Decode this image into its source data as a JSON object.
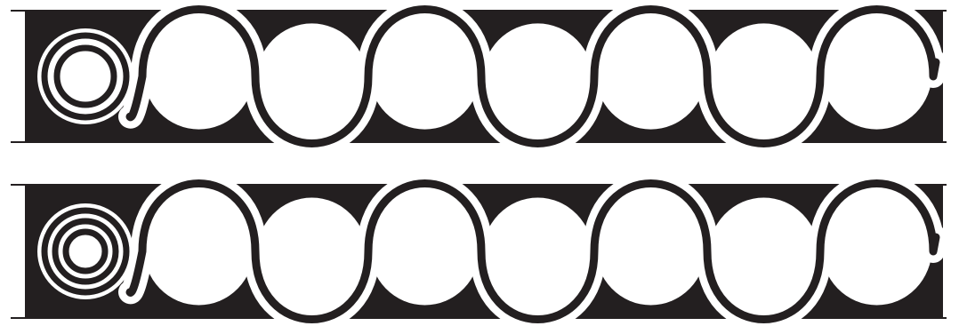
{
  "figure": {
    "colors": {
      "ink": "#231f20",
      "paper": "#ffffff"
    },
    "bands": [
      {
        "spiral_rings": 2,
        "wave_crests": 4,
        "wave_troughs": 3
      },
      {
        "spiral_rings": 3,
        "wave_crests": 4,
        "wave_troughs": 3
      }
    ]
  }
}
